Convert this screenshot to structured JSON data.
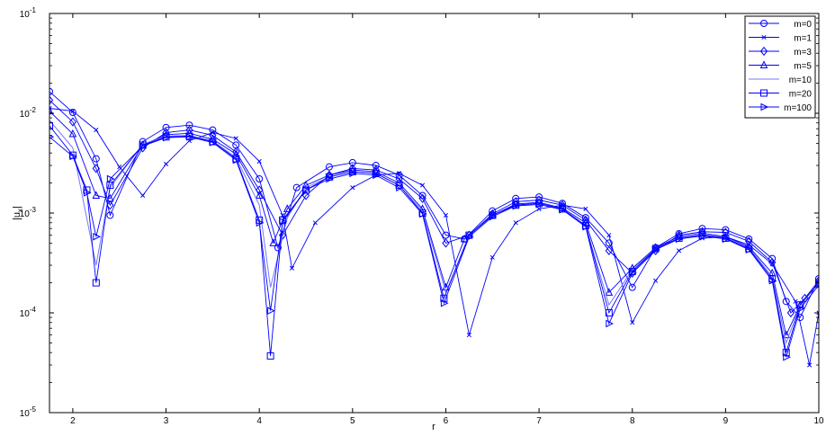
{
  "chart_data": {
    "type": "line",
    "title": "",
    "xlabel": "r",
    "ylabel": "|u_x|",
    "ylabel_main": "|u",
    "ylabel_sub": "x",
    "ylabel_end": "|",
    "xlim": [
      1.75,
      10
    ],
    "ylim": [
      1e-05,
      0.1
    ],
    "yscale": "log",
    "grid": false,
    "legend_position": "top-right",
    "line_color": "#0000ff",
    "x_ticks": [
      2,
      3,
      4,
      5,
      6,
      7,
      8,
      9,
      10
    ],
    "x_tick_labels": [
      "2",
      "3",
      "4",
      "5",
      "6",
      "7",
      "8",
      "9",
      "10"
    ],
    "y_ticks": [
      {
        "value": 1e-05,
        "base": "10",
        "exp": "-5"
      },
      {
        "value": 0.0001,
        "base": "10",
        "exp": "-4"
      },
      {
        "value": 0.001,
        "base": "10",
        "exp": "-3"
      },
      {
        "value": 0.01,
        "base": "10",
        "exp": "-2"
      },
      {
        "value": 0.1,
        "base": "10",
        "exp": "-1"
      }
    ],
    "series": [
      {
        "name": "m=0",
        "marker": "circle",
        "x": [
          1.75,
          2.0,
          2.25,
          2.4,
          2.75,
          3.0,
          3.25,
          3.5,
          3.75,
          4.0,
          4.2,
          4.4,
          4.75,
          5.0,
          5.25,
          5.5,
          5.75,
          6.0,
          6.2,
          6.5,
          6.75,
          7.0,
          7.25,
          7.5,
          7.75,
          8.0,
          8.25,
          8.5,
          8.75,
          9.0,
          9.25,
          9.5,
          9.65,
          9.8,
          10.0
        ],
        "y": [
          0.0165,
          0.0102,
          0.0035,
          0.00095,
          0.0052,
          0.0072,
          0.0076,
          0.0068,
          0.0048,
          0.0022,
          0.00045,
          0.0018,
          0.0029,
          0.0032,
          0.003,
          0.0024,
          0.0015,
          0.0006,
          0.00055,
          0.00105,
          0.0014,
          0.00145,
          0.00125,
          0.0009,
          0.0005,
          0.00018,
          0.00045,
          0.00062,
          0.0007,
          0.00068,
          0.00055,
          0.00035,
          0.00013,
          9e-05,
          0.00022
        ]
      },
      {
        "name": "m=1",
        "marker": "x",
        "x": [
          1.75,
          2.0,
          2.25,
          2.5,
          2.75,
          3.0,
          3.25,
          3.5,
          3.75,
          4.0,
          4.25,
          4.35,
          4.6,
          5.0,
          5.25,
          5.5,
          5.75,
          6.0,
          6.25,
          6.5,
          6.75,
          7.0,
          7.25,
          7.5,
          7.75,
          8.0,
          8.25,
          8.5,
          8.75,
          9.0,
          9.25,
          9.5,
          9.75,
          9.9,
          10.0
        ],
        "y": [
          0.0112,
          0.0105,
          0.0068,
          0.0029,
          0.0015,
          0.0031,
          0.0053,
          0.0064,
          0.0056,
          0.0033,
          0.00095,
          0.00028,
          0.0008,
          0.0018,
          0.0024,
          0.0025,
          0.0019,
          0.00095,
          6e-05,
          0.00036,
          0.0008,
          0.0011,
          0.0012,
          0.0011,
          0.0006,
          8e-05,
          0.00021,
          0.00042,
          0.00056,
          0.00058,
          0.00048,
          0.00031,
          0.00013,
          3e-05,
          0.0001
        ]
      },
      {
        "name": "m=3",
        "marker": "diamond",
        "x": [
          1.75,
          2.0,
          2.25,
          2.4,
          2.75,
          3.0,
          3.25,
          3.5,
          3.75,
          4.0,
          4.25,
          4.5,
          4.75,
          5.0,
          5.25,
          5.5,
          5.75,
          6.0,
          6.25,
          6.5,
          6.75,
          7.0,
          7.25,
          7.5,
          7.75,
          8.0,
          8.25,
          8.5,
          8.75,
          9.0,
          9.25,
          9.5,
          9.7,
          9.85,
          10.0
        ],
        "y": [
          0.0135,
          0.0082,
          0.0028,
          0.0012,
          0.0045,
          0.0064,
          0.0068,
          0.006,
          0.0041,
          0.0017,
          0.0006,
          0.0015,
          0.0024,
          0.0028,
          0.0027,
          0.0022,
          0.0014,
          0.0005,
          0.0006,
          0.00098,
          0.0013,
          0.00135,
          0.0012,
          0.00085,
          0.00042,
          0.00025,
          0.00042,
          0.0006,
          0.00065,
          0.00064,
          0.00052,
          0.00032,
          0.0001,
          0.00014,
          0.00021
        ]
      },
      {
        "name": "m=5",
        "marker": "triangle-up",
        "x": [
          1.75,
          2.0,
          2.25,
          2.4,
          2.75,
          3.0,
          3.25,
          3.5,
          3.75,
          4.0,
          4.15,
          4.3,
          4.5,
          4.75,
          5.0,
          5.25,
          5.5,
          5.75,
          6.0,
          6.2,
          6.5,
          6.75,
          7.0,
          7.25,
          7.5,
          7.75,
          8.0,
          8.25,
          8.5,
          8.75,
          9.0,
          9.25,
          9.5,
          9.65,
          9.8,
          10.0
        ],
        "y": [
          0.0105,
          0.0062,
          0.0015,
          0.0014,
          0.0048,
          0.0061,
          0.0063,
          0.0055,
          0.0039,
          0.0015,
          0.0005,
          0.0011,
          0.0019,
          0.0024,
          0.0027,
          0.0026,
          0.002,
          0.0011,
          0.00018,
          0.00055,
          0.00095,
          0.00123,
          0.00128,
          0.00112,
          0.0008,
          0.00016,
          0.00028,
          0.00045,
          0.00058,
          0.00063,
          0.00058,
          0.00046,
          0.00025,
          6e-05,
          0.00012,
          0.0002
        ]
      },
      {
        "name": "m=10",
        "marker": "none",
        "x": [
          1.75,
          2.0,
          2.25,
          2.4,
          2.75,
          3.0,
          3.25,
          3.5,
          3.75,
          4.0,
          4.12,
          4.3,
          4.5,
          4.75,
          5.0,
          5.25,
          5.5,
          5.75,
          6.0,
          6.25,
          6.5,
          6.75,
          7.0,
          7.25,
          7.5,
          7.75,
          8.0,
          8.25,
          8.5,
          8.75,
          9.0,
          9.25,
          9.5,
          9.65,
          9.8,
          10.0
        ],
        "y": [
          0.0085,
          0.0045,
          0.0003,
          0.0018,
          0.0049,
          0.0059,
          0.006,
          0.0053,
          0.0036,
          0.0012,
          0.00018,
          0.0009,
          0.0018,
          0.0023,
          0.0026,
          0.0025,
          0.0019,
          0.00105,
          0.00016,
          0.0006,
          0.00095,
          0.0012,
          0.00125,
          0.0011,
          0.00075,
          0.00012,
          0.00027,
          0.00044,
          0.00056,
          0.00061,
          0.00057,
          0.00045,
          0.00023,
          5e-05,
          0.00012,
          0.0002
        ]
      },
      {
        "name": "m=20",
        "marker": "square",
        "x": [
          1.75,
          2.0,
          2.15,
          2.25,
          2.4,
          2.75,
          3.0,
          3.25,
          3.5,
          3.75,
          4.0,
          4.12,
          4.25,
          4.5,
          4.75,
          5.0,
          5.25,
          5.5,
          5.75,
          5.98,
          6.25,
          6.5,
          6.75,
          7.0,
          7.25,
          7.5,
          7.75,
          8.0,
          8.25,
          8.5,
          8.75,
          9.0,
          9.25,
          9.5,
          9.65,
          9.8,
          10.0
        ],
        "y": [
          0.0075,
          0.0038,
          0.0017,
          0.0002,
          0.0019,
          0.0048,
          0.0058,
          0.0059,
          0.0052,
          0.0035,
          0.00085,
          3.7e-05,
          0.00085,
          0.0017,
          0.0023,
          0.0026,
          0.0025,
          0.0019,
          0.001,
          0.00014,
          0.0006,
          0.00095,
          0.0012,
          0.00125,
          0.0011,
          0.00075,
          0.0001,
          0.00026,
          0.00044,
          0.00056,
          0.0006,
          0.00056,
          0.00044,
          0.00022,
          4e-05,
          0.00012,
          0.0002
        ]
      },
      {
        "name": "m=100",
        "marker": "triangle-right",
        "x": [
          1.75,
          2.0,
          2.15,
          2.25,
          2.4,
          2.75,
          3.0,
          3.25,
          3.5,
          3.75,
          4.0,
          4.12,
          4.25,
          4.5,
          4.75,
          5.0,
          5.25,
          5.5,
          5.75,
          5.98,
          6.25,
          6.5,
          6.75,
          7.0,
          7.25,
          7.5,
          7.75,
          8.0,
          8.25,
          8.5,
          8.75,
          9.0,
          9.25,
          9.5,
          9.65,
          9.8,
          10.0
        ],
        "y": [
          0.0058,
          0.0037,
          0.0016,
          0.00058,
          0.0022,
          0.0047,
          0.0057,
          0.0058,
          0.0051,
          0.0034,
          0.0008,
          0.000105,
          0.00082,
          0.0017,
          0.0022,
          0.0025,
          0.0024,
          0.0018,
          0.00098,
          0.000125,
          0.00058,
          0.00092,
          0.00118,
          0.00122,
          0.00108,
          0.00073,
          7.8e-05,
          0.00025,
          0.00043,
          0.00055,
          0.00059,
          0.00055,
          0.00043,
          0.00021,
          3.6e-05,
          0.00011,
          0.00019
        ]
      }
    ]
  }
}
